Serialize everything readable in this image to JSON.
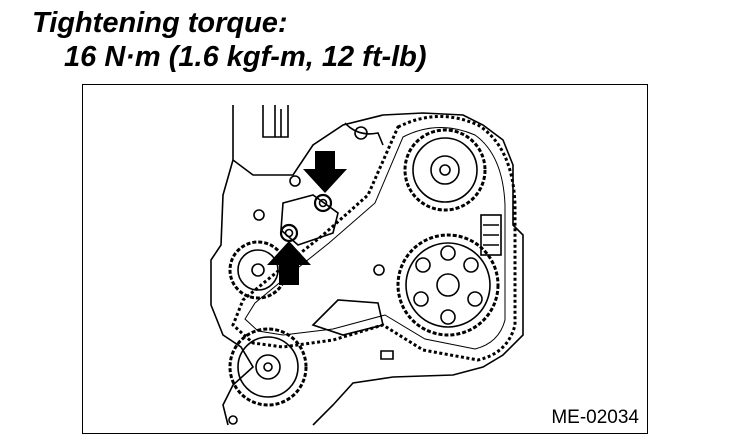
{
  "heading": {
    "label": "Tightening torque:",
    "value": "16 N·m (1.6 kgf-m, 12 ft-lb)"
  },
  "figure": {
    "code": "ME-02034",
    "arrows": [
      "arrow-pointing-down",
      "arrow-pointing-up"
    ],
    "colors": {
      "line": "#000000",
      "background": "#ffffff"
    }
  }
}
